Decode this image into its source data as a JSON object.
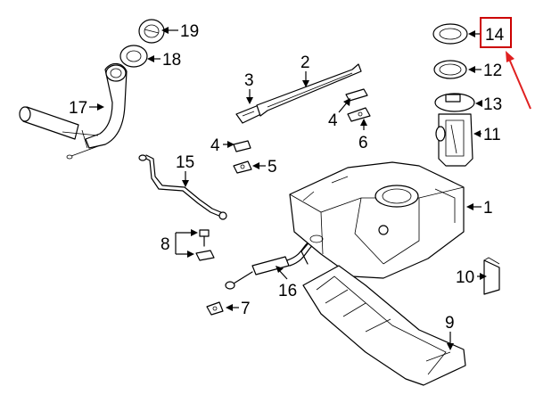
{
  "diagram": {
    "highlight_color": "#e02020",
    "highlighted_callout": "14",
    "callouts": {
      "c1": "1",
      "c2": "2",
      "c3": "3",
      "c4a": "4",
      "c4b": "4",
      "c5": "5",
      "c6": "6",
      "c7": "7",
      "c8": "8",
      "c9": "9",
      "c10": "10",
      "c11": "11",
      "c12": "12",
      "c13": "13",
      "c14": "14",
      "c15": "15",
      "c16": "16",
      "c17": "17",
      "c18": "18",
      "c19": "19"
    }
  }
}
